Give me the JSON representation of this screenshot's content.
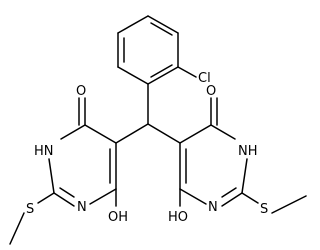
{
  "structure": {
    "atoms": {
      "cl": "Cl",
      "o_left": "O",
      "nh_left": "HN",
      "n_left": "N",
      "oh_left": "OH",
      "s_left": "S",
      "o_right": "O",
      "nh_right": "NH",
      "n_right": "N",
      "oh_right": "HO",
      "s_right": "S"
    }
  }
}
